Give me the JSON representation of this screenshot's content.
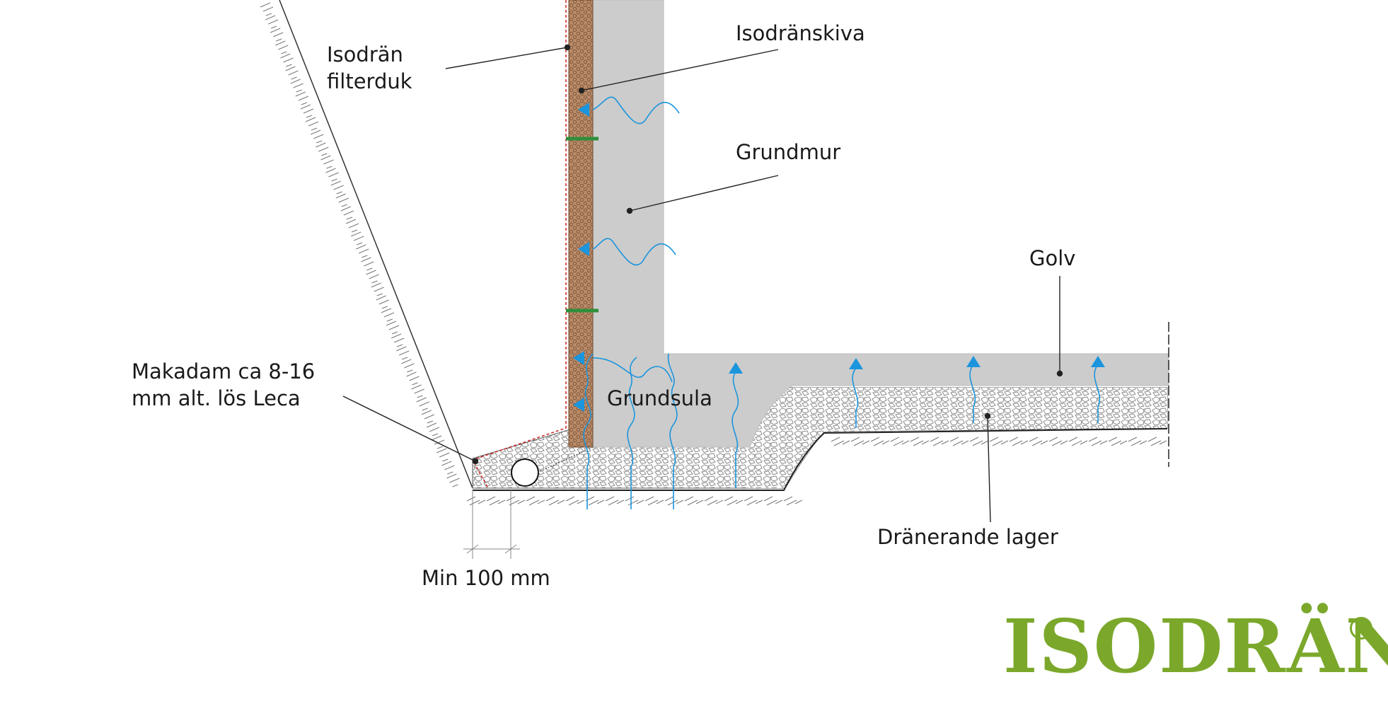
{
  "labels": {
    "filterduk_line1": "Isodrän",
    "filterduk_line2": "filterduk",
    "isodranskiva": "Isodränskiva",
    "grundmur": "Grundmur",
    "golv": "Golv",
    "makadam_line1": "Makadam ca 8-16",
    "makadam_line2": "mm alt. lös Leca",
    "grundsula": "Grundsula",
    "dranerande_lager": "Dränerande lager",
    "min_distance": "Min 100 mm"
  },
  "logo": {
    "text": "ISODRÄN",
    "registered": "R"
  },
  "colors": {
    "concrete": "#cccccc",
    "insulation_board": "#b88a68",
    "water_arrow": "#1b95dd",
    "filter_line": "#cc2222",
    "anchor": "#2f8f3a",
    "logo": "#7ba82b",
    "leader_line": "#222222"
  },
  "icons": {
    "water_flow": "blue-wavy-arrow",
    "drain_pipe": "circle-pipe"
  }
}
